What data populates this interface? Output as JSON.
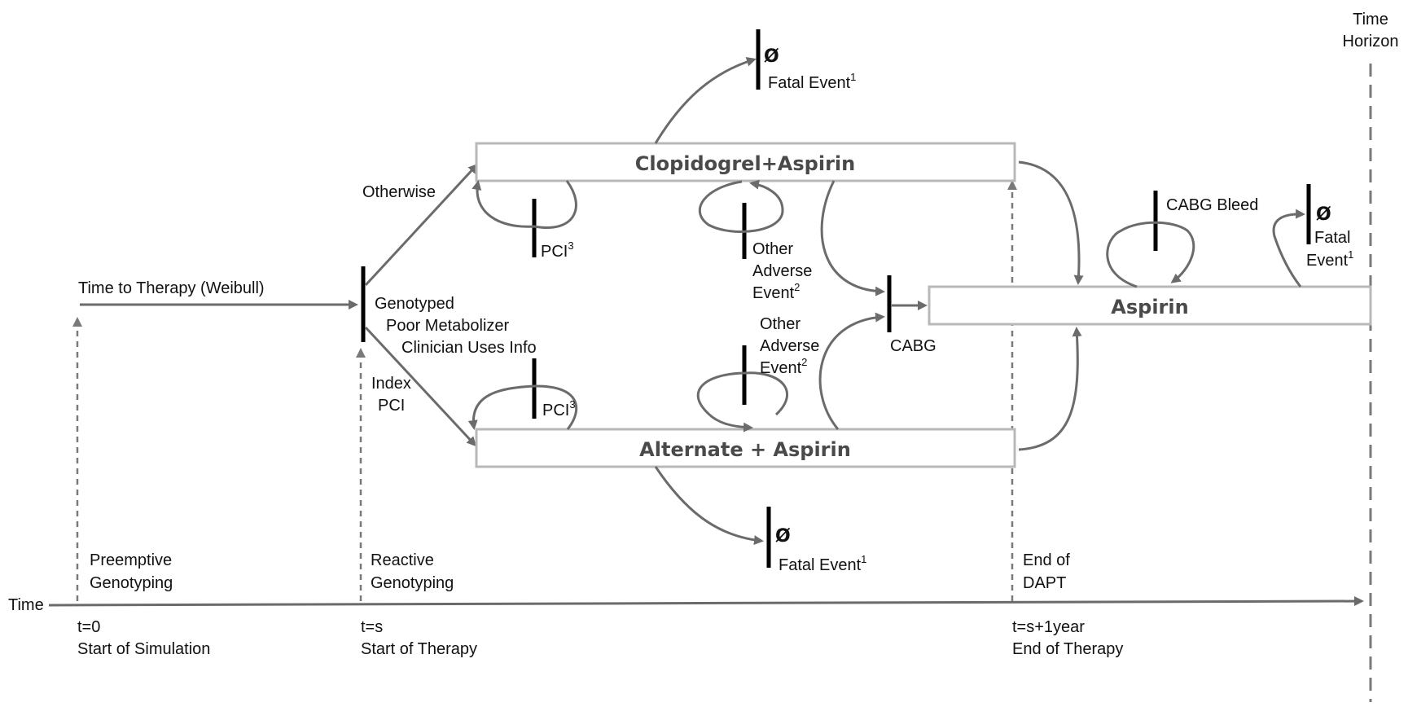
{
  "time_axis": {
    "label": "Time",
    "ticks": [
      {
        "value": "t=0",
        "caption": "Start of Simulation",
        "event": [
          "Preemptive",
          "Genotyping"
        ]
      },
      {
        "value": "t=s",
        "caption": "Start of Therapy",
        "event": [
          "Reactive",
          "Genotyping"
        ]
      },
      {
        "value": "t=s+1year",
        "caption": "End of Therapy",
        "event": [
          "End of",
          "DAPT"
        ]
      }
    ],
    "horizon": [
      "Time",
      "Horizon"
    ]
  },
  "states": {
    "clopidogrel": "Clopidogrel+Aspirin",
    "alternate": "Alternate + Aspirin",
    "aspirin": "Aspirin"
  },
  "labels": {
    "time_to_therapy": "Time to Therapy (Weibull)",
    "otherwise": "Otherwise",
    "genotyped": "Genotyped",
    "poor_metabolizer": "Poor Metabolizer",
    "clinician": "Clinician Uses Info",
    "index": "Index",
    "pci": "PCI",
    "pci_event": "PCI",
    "pci_sup": "3",
    "other": "Other",
    "adverse": "Adverse",
    "event": "Event",
    "event_sup": "2",
    "fatal_event": "Fatal Event",
    "fatal": "Fatal",
    "event_short": "Event",
    "fatal_sup": "1",
    "cabg": "CABG",
    "cabg_bleed": "CABG Bleed",
    "death_symbol": "Ø"
  },
  "colors": {
    "arrow": "#6b6b6b",
    "box_border": "#b8b8b8",
    "box_title": "#4a4a4a",
    "bar": "#000000"
  }
}
